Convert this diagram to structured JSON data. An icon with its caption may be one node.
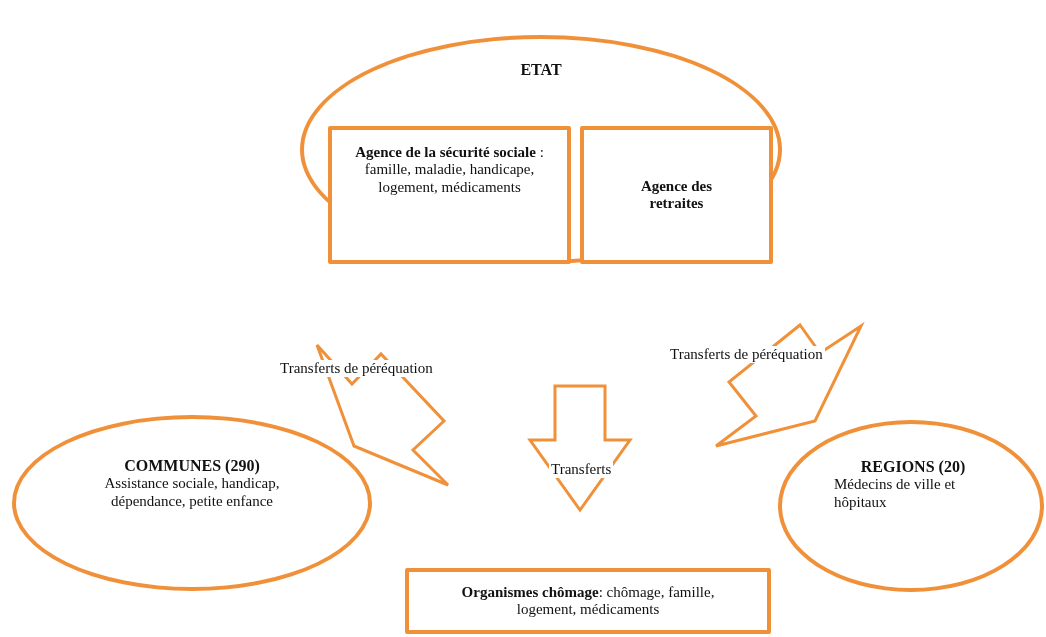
{
  "diagram": {
    "nodes": [
      {
        "text": [
          "ETAT"
        ]
      },
      {
        "text": [
          "**Agence de la sécurité sociale** : famille, maladie, handicape, logement, médicaments"
        ],
        "in": 0
      },
      {
        "text": [
          "Agence des retraites"
        ],
        "in": 0
      },
      {
        "text": [
          "COMMUNES (290)",
          "Assistance sociale, handicap, dépendance, petite enfance"
        ]
      },
      {
        "text": [
          "REGIONS (20)",
          "Médecins de ville et hôpitaux"
        ]
      },
      {
        "text": [
          "**Organismes chômage**: chômage, famille, logement, médicaments"
        ]
      }
    ],
    "labels": [
      "Transferts de péréquation",
      "Transferts de péréquation",
      "Transferts"
    ]
  }
}
